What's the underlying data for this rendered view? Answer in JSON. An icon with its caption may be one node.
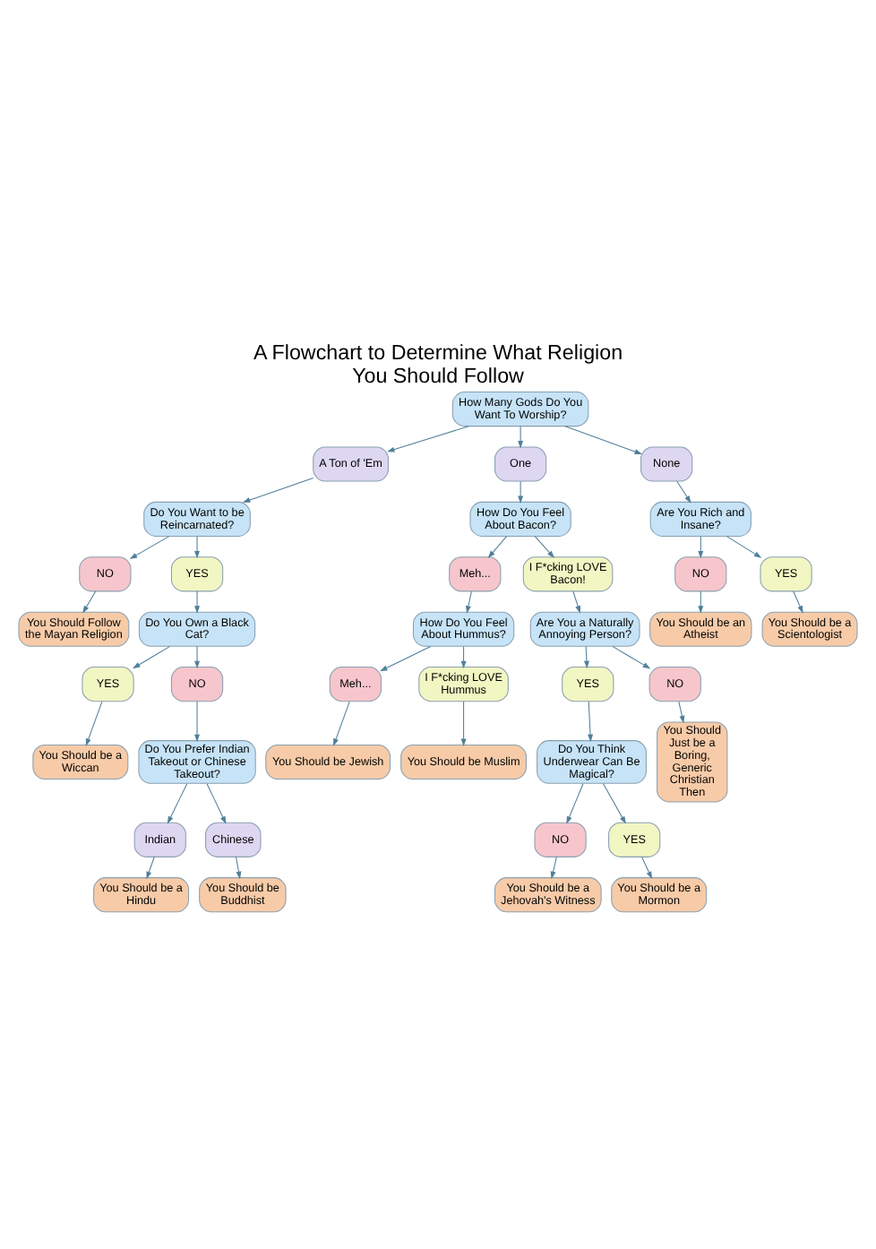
{
  "diagram": {
    "title": "A Flowchart to Determine What Religion You Should Follow",
    "nodes": [
      {
        "text": [
          "How Many Gods Do You Want To Worship?"
        ]
      },
      {
        "text": [
          "A Ton of 'Em"
        ]
      },
      {
        "text": [
          "One"
        ]
      },
      {
        "text": [
          "None"
        ]
      },
      {
        "text": [
          "Do You Want to be Reincarnated?"
        ]
      },
      {
        "text": [
          "How Do You Feel About Bacon?"
        ]
      },
      {
        "text": [
          "Are You Rich and Insane?"
        ]
      },
      {
        "text": [
          "NO"
        ]
      },
      {
        "text": [
          "YES"
        ]
      },
      {
        "text": [
          "Meh..."
        ]
      },
      {
        "text": [
          "I F*cking LOVE Bacon!"
        ]
      },
      {
        "text": [
          "NO"
        ]
      },
      {
        "text": [
          "YES"
        ]
      },
      {
        "text": [
          "You Should be an Atheist"
        ]
      },
      {
        "text": [
          "Do You Own a Black Cat?"
        ]
      },
      {
        "text": [
          "How Do You Feel About Hummus?"
        ]
      },
      {
        "text": [
          "You Should be a Scientologist"
        ]
      },
      {
        "text": [
          "YES"
        ]
      },
      {
        "text": [
          "NO"
        ]
      },
      {
        "text": [
          "Do You Prefer Indian Takeout or Chinese Takeout?"
        ]
      },
      {
        "text": [
          "Meh..."
        ]
      },
      {
        "text": [
          "I F*cking LOVE Hummus"
        ]
      },
      {
        "text": [
          "Are You a Naturally Annoying Person?"
        ]
      },
      {
        "text": [
          "You Should be a Wiccan"
        ]
      },
      {
        "text": [
          "You Should be Jewish"
        ]
      },
      {
        "text": [
          "You Should be Muslim"
        ]
      },
      {
        "text": [
          "YES"
        ]
      },
      {
        "text": [
          "NO"
        ]
      },
      {
        "text": [
          "Indian"
        ]
      },
      {
        "text": [
          "Chinese"
        ]
      },
      {
        "text": [
          "Do You Think Underwear Can Be Magical?"
        ]
      },
      {
        "text": [
          "You Should Just be a Boring, Generic Christian Then"
        ]
      },
      {
        "text": [
          "You Should be a Hindu"
        ]
      },
      {
        "text": [
          "You Should be Buddhist"
        ]
      },
      {
        "text": [
          "You Should Follow the Mayan Religion"
        ]
      },
      {
        "text": [
          "NO"
        ]
      },
      {
        "text": [
          "YES"
        ]
      },
      {
        "text": [
          "You Should be a Jehovah's Witness"
        ]
      },
      {
        "text": [
          "You Should be a Mormon"
        ]
      }
    ],
    "edges": [
      {
        "from": 0,
        "to": 1,
        "arrow": "to"
      },
      {
        "from": 0,
        "to": 2,
        "arrow": "to"
      },
      {
        "from": 0,
        "to": 3,
        "arrow": "to"
      },
      {
        "from": 1,
        "to": 4,
        "arrow": "to"
      },
      {
        "from": 2,
        "to": 5,
        "arrow": "to"
      },
      {
        "from": 3,
        "to": 6,
        "arrow": "to"
      },
      {
        "from": 4,
        "to": 7,
        "arrow": "to"
      },
      {
        "from": 4,
        "to": 8,
        "arrow": "to"
      },
      {
        "from": 5,
        "to": 9,
        "arrow": "to"
      },
      {
        "from": 5,
        "to": 10,
        "arrow": "to"
      },
      {
        "from": 6,
        "to": 11,
        "arrow": "to"
      },
      {
        "from": 6,
        "to": 12,
        "arrow": "to"
      },
      {
        "from": 11,
        "to": 13,
        "arrow": "to"
      },
      {
        "from": 12,
        "to": 16,
        "arrow": "to"
      },
      {
        "from": 8,
        "to": 14,
        "arrow": "to"
      },
      {
        "from": 9,
        "to": 15,
        "arrow": "to"
      },
      {
        "from": 10,
        "to": 22,
        "arrow": "to"
      },
      {
        "from": 7,
        "to": 34,
        "arrow": "to"
      },
      {
        "from": 14,
        "to": 17,
        "arrow": "to"
      },
      {
        "from": 14,
        "to": 18,
        "arrow": "to"
      },
      {
        "from": 17,
        "to": 23,
        "arrow": "to"
      },
      {
        "from": 18,
        "to": 19,
        "arrow": "to"
      },
      {
        "from": 15,
        "to": 20,
        "arrow": "to"
      },
      {
        "from": 15,
        "to": 21,
        "arrow": "to"
      },
      {
        "from": 20,
        "to": 24,
        "arrow": "to"
      },
      {
        "from": 21,
        "to": 25,
        "arrow": "to"
      },
      {
        "from": 22,
        "to": 26,
        "arrow": "to"
      },
      {
        "from": 22,
        "to": 27,
        "arrow": "to"
      },
      {
        "from": 19,
        "to": 28,
        "arrow": "to"
      },
      {
        "from": 19,
        "to": 29,
        "arrow": "to"
      },
      {
        "from": 28,
        "to": 32,
        "arrow": "to"
      },
      {
        "from": 29,
        "to": 33,
        "arrow": "to"
      },
      {
        "from": 26,
        "to": 30,
        "arrow": "to"
      },
      {
        "from": 27,
        "to": 31,
        "arrow": "to"
      },
      {
        "from": 30,
        "to": 35,
        "arrow": "to"
      },
      {
        "from": 30,
        "to": 36,
        "arrow": "to"
      },
      {
        "from": 35,
        "to": 37,
        "arrow": "to"
      },
      {
        "from": 36,
        "to": 38,
        "arrow": "to"
      }
    ]
  }
}
